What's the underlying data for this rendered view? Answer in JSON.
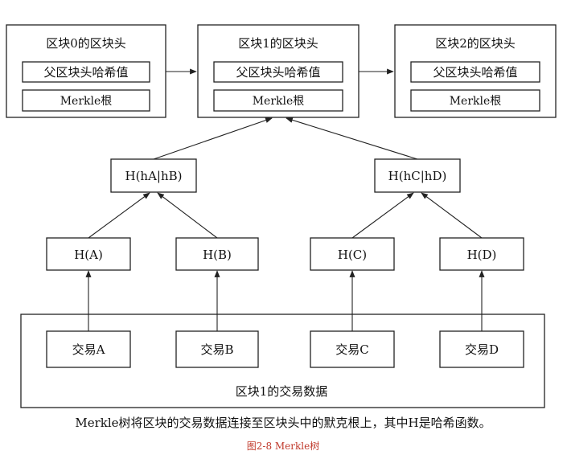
{
  "blocks": [
    {
      "title": "区块0的区块头",
      "prev_hash": "父区块头哈希值",
      "merkle": "Merkle根"
    },
    {
      "title": "区块1的区块头",
      "prev_hash": "父区块头哈希值",
      "merkle": "Merkle根"
    },
    {
      "title": "区块2的区块头",
      "prev_hash": "父区块头哈希值",
      "merkle": "Merkle根"
    }
  ],
  "tree": {
    "level2": [
      "H(hA|hB)",
      "H(hC|hD)"
    ],
    "level1": [
      "H(A)",
      "H(B)",
      "H(C)",
      "H(D)"
    ],
    "transactions": [
      "交易A",
      "交易B",
      "交易C",
      "交易D"
    ],
    "container_label": "区块1的交易数据"
  },
  "caption": "Merkle树将区块的交易数据连接至区块头中的默克根上，其中H是哈希函数。",
  "figure_label": "图2-8 Merkle树",
  "colors": {
    "figure_label": "#c0392b",
    "line": "#222222"
  }
}
